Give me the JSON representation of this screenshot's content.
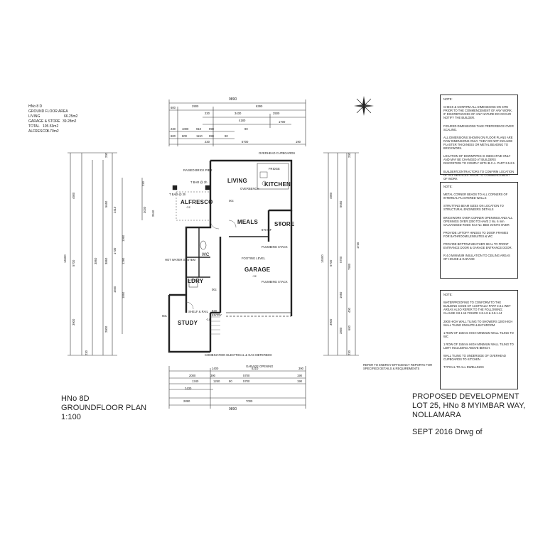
{
  "area_schedule": {
    "heading": "HNo 8 D",
    "sub": "GROUND FLOOR AREA",
    "lines": [
      {
        "label": "LIVING",
        "value": "66.25m2"
      },
      {
        "label": "GARAGE & STORE",
        "value": "39.28m2"
      },
      {
        "label": "TOTAL",
        "value": "105.53m2"
      },
      {
        "label": "ALFRESCO",
        "value": "8.70m2"
      }
    ]
  },
  "rooms": {
    "living": "LIVING",
    "kitchen": "KITCHEN",
    "alfresco": "ALFRESCO",
    "meals": "MEALS",
    "store": "STORE",
    "garage": "GARAGE",
    "ldry": "LDRY",
    "study": "STUDY",
    "wc": "WC"
  },
  "floor_labels": {
    "living_floor": "00c",
    "alfresco_floor": "-1c",
    "garage_floor": "-1c",
    "ldry_floor": "00c",
    "study_floor": "-1c",
    "store_floor": "670 MF"
  },
  "annotations": {
    "overhead_cupboards": "OVERHEAD CUPBOARDS",
    "raised_brick_pier": "RAISED BRICK PIER",
    "t_bar_top": "T BAR @ 2h",
    "t_bar_left": "T BAR @ 2h",
    "hot_water": "HOT WATER SYSTEM",
    "plumbing_stack_1": "PLUMBING STACK",
    "plumbing_stack_2": "PLUMBING STACK",
    "footing_level": "FOOTING LEVEL",
    "shelf": "SHELF & RAIL",
    "combination": "COMBINATION ELECTRICAL & GAS METERBOX",
    "garage_opening": "GARAGE OPENING",
    "entry": "ENTRY",
    "rh": "RH",
    "fridge": "FRIDGE",
    "overbench": "OVERBENCH"
  },
  "dimensions": {
    "top_total": "9890",
    "top_row1": [
      "600",
      "2900",
      "6390"
    ],
    "top_row2": [
      "230",
      "3430",
      "2500"
    ],
    "top_row3": [
      "4180",
      "1700"
    ],
    "top_row4": [
      "230",
      "1000",
      "910",
      "990",
      "90"
    ],
    "top_row5": [
      "600",
      "800",
      "1110",
      "990",
      "90"
    ],
    "top_row6": [
      "230",
      "5700",
      "190"
    ],
    "bottom_row1": [
      "1400",
      "5210",
      "390"
    ],
    "bottom_row2": [
      "2000",
      "390",
      "5700",
      "190"
    ],
    "bottom_row3": [
      "1340",
      "1250",
      "90",
      "5700",
      "190"
    ],
    "bottom_row4": [
      "2430"
    ],
    "bottom_row5": [
      "2890",
      "7000"
    ],
    "bottom_total": "9890",
    "left_total": "14500",
    "left_parts": [
      "4900",
      "5700",
      "3900"
    ],
    "left_inner": [
      "5650",
      "2410",
      "3000",
      "2610",
      "3860",
      "1730",
      "1060",
      "1290",
      "3860",
      "1660",
      "1850",
      "2800",
      "230",
      "230",
      "230"
    ],
    "right_total": "14500",
    "right_parts": [
      "4900",
      "5700",
      "3900"
    ],
    "right_inner": [
      "5650",
      "5700",
      "7900",
      "1730",
      "1660",
      "2800",
      "400",
      "600",
      "230",
      "230"
    ],
    "door_601": "601",
    "door_820": "820"
  },
  "notes_box1": {
    "title": "NOTE:",
    "items": [
      "CHECK & CONFIRM ALL DIMENSIONS ON SITE PRIOR TO THE COMMENCEMENT OF ANY WORK. IF DISCREPANCIES OF ANY NATURE DO OCCUR NOTIFY THE BUILDER.",
      "FIGURED DIMENSIONS TAKE PREFERENCE OVER SCALING.",
      "ALL DIMENSIONS SHOWN ON FLOOR PLANS ARE RAW DIMENSIONS ONLY. THEY DO NOT INCLUDE PLASTER THICKNESS OR METAL BEADING TO BRICKWORK.",
      "LOCATION OF DOWNPIPES IS INDICATIVE ONLY AND MAY BE CHANGED AT BUILDERS DISCRETION TO COMPLY WITH B.C.A. PART 3.5.2.5",
      "BUILDER/CONTRACTORS TO CONFIRM LOCATION OF ALL SERVICES PRIOR TO COMMENCEMENT OF WORK"
    ]
  },
  "notes_box2": {
    "title": "NOTE:",
    "items": [
      "METAL CORNER BEADS TO ALL CORNERS OF INTERNAL PLASTERED WALLS",
      "STRUTTING BEAM SIZES ON LOCATION TO STRUCTURAL ENGINEERS DETAILS",
      "BRICKWORK OVER CORNER OPENINGS AND ALL OPENINGS OVER 2200 TO HAVE 2 No. 6 mm GALVANISED RODS IN 2 No. BED JOINTS OVER",
      "PROVIDE LIFTOFF HINGES TO DOOR FRAMES FOR BATHROOMS,ENSUITES & WC",
      "PROVIDE BOTTOM WEATHER SEAL TO FRONT ENTRANCE DOOR & GARAGE ENTRANCE DOOR.",
      "R 4.0 MINIMUM INSULATION TO CEILING AREAS OF HOUSE & GARAGE"
    ]
  },
  "notes_box3": {
    "title": "NOTE:",
    "items": [
      "WATERPROOFING TO CONFORM TO THE BUILDING CODE OF AUSTRALIA PART 3.8.1 WET AREAS ALSO REFER TO THE FOLLOWING; CLAUSE 3.8.1.16 FIGURE 3.8.1.8 & 3.8.1.14",
      "2000 HIGH WALL TILING TO SHOWERS 1200 HIGH WALL TILING ENSUITE & BATHROOM",
      "1 ROW OF 150mm HIGH MINIMUM WALL TILING TO WC",
      "1 ROW OF 150mm HIGH MINIMUM WALL TILING TO LDRY INCLUDING ABOVE BENCH.",
      "WALL TILING TO UNDERSIDE OF OVERHEAD CUPBOARDS TO KITCHEN",
      "TYPICAL TO ALL DWELLINGS"
    ]
  },
  "energy_note": "REFER TO ENERGY EFFICIENCY REPORTS FOR SPECIFIED DETAILS & REQUIREMENTS",
  "title_left": {
    "line1": "HNo 8D",
    "line2": "GROUNDFLOOR PLAN",
    "line3": "1:100"
  },
  "title_right": {
    "line1": "PROPOSED DEVELOPMENT",
    "line2": "LOT 25, HNo 8 MYIMBAR WAY,",
    "line3": "NOLLAMARA",
    "line4": "SEPT 2016 Drwg   of"
  },
  "north_icon": "compass-rose-icon"
}
